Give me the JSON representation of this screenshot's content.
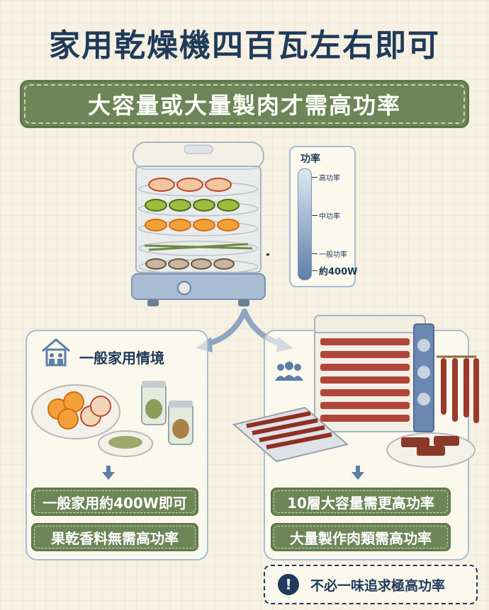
{
  "title": "家用乾燥機四百瓦左右即可",
  "banner": "大容量或大量製肉才需高功率",
  "gauge": {
    "title": "功率",
    "levels": [
      "高功率",
      "中功率",
      "一般功率",
      "約400W"
    ]
  },
  "left_panel": {
    "heading": "一般家用情境",
    "pills": [
      "一般家用約400W即可",
      "果乾香料無需高功率"
    ]
  },
  "right_panel": {
    "pills": [
      "10層大容量需更高功率",
      "大量製作肉類需高功率"
    ]
  },
  "note": "不必一味追求極高功率",
  "colors": {
    "accent_green": "#6d8557",
    "navy": "#1f3a5a",
    "blue": "#5d7fa8",
    "background": "#f6f1e3"
  }
}
